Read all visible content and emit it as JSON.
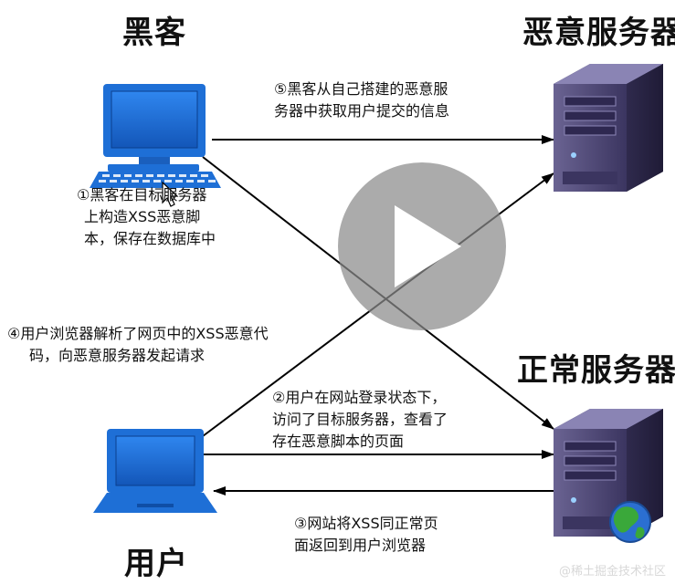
{
  "labels": {
    "hacker": "黑客",
    "malicious_server": "恶意服务器",
    "normal_server": "正常服务器",
    "user": "用户"
  },
  "steps": {
    "step1": [
      "①黑客在目标服务器",
      "上构造XSS恶意脚",
      "本，保存在数据库中"
    ],
    "step2": [
      "②用户在网站登录状态下，",
      "访问了目标服务器，查看了",
      "存在恶意脚本的页面"
    ],
    "step3": [
      "③网站将XSS同正常页",
      "面返回到用户浏览器"
    ],
    "step4": [
      "④用户浏览器解析了网页中的XSS恶意代",
      "码，向恶意服务器发起请求"
    ],
    "step5": [
      "⑤黑客从自己搭建的恶意服",
      "务器中获取用户提交的信息"
    ]
  },
  "watermark": "@稀土掘金技术社区",
  "colors": {
    "computer_blue": "#1e6fd6",
    "server_purple": "#4a4475",
    "play_overlay": "#8a8a8a",
    "arrow": "#000000",
    "globe_green": "#3aa83a"
  },
  "icons": {
    "hacker_computer": "desktop-computer-icon",
    "user_computer": "laptop-icon",
    "malicious_server": "server-tower-icon",
    "normal_server": "server-tower-icon",
    "globe": "globe-icon",
    "play": "play-button-icon"
  }
}
